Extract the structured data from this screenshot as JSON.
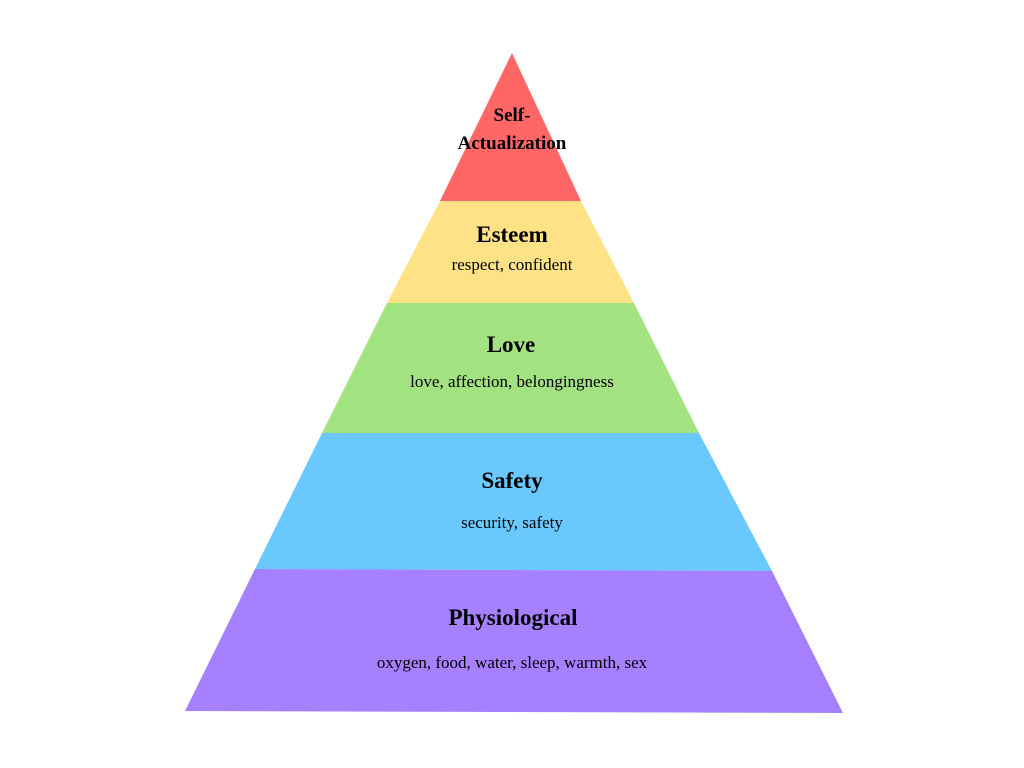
{
  "pyramid": {
    "levels": [
      {
        "title": "Self-Actualization",
        "description": "",
        "color": "#ff6666"
      },
      {
        "title": "Esteem",
        "description": "respect, confident",
        "color": "#ffe285"
      },
      {
        "title": "Love",
        "description": "love, affection, belongingness",
        "color": "#a3e280"
      },
      {
        "title": "Safety",
        "description": "security, safety",
        "color": "#69c9ff"
      },
      {
        "title": "Physiological",
        "description": "oxygen, food, water, sleep, warmth, sex",
        "color": "#a680ff"
      }
    ]
  }
}
